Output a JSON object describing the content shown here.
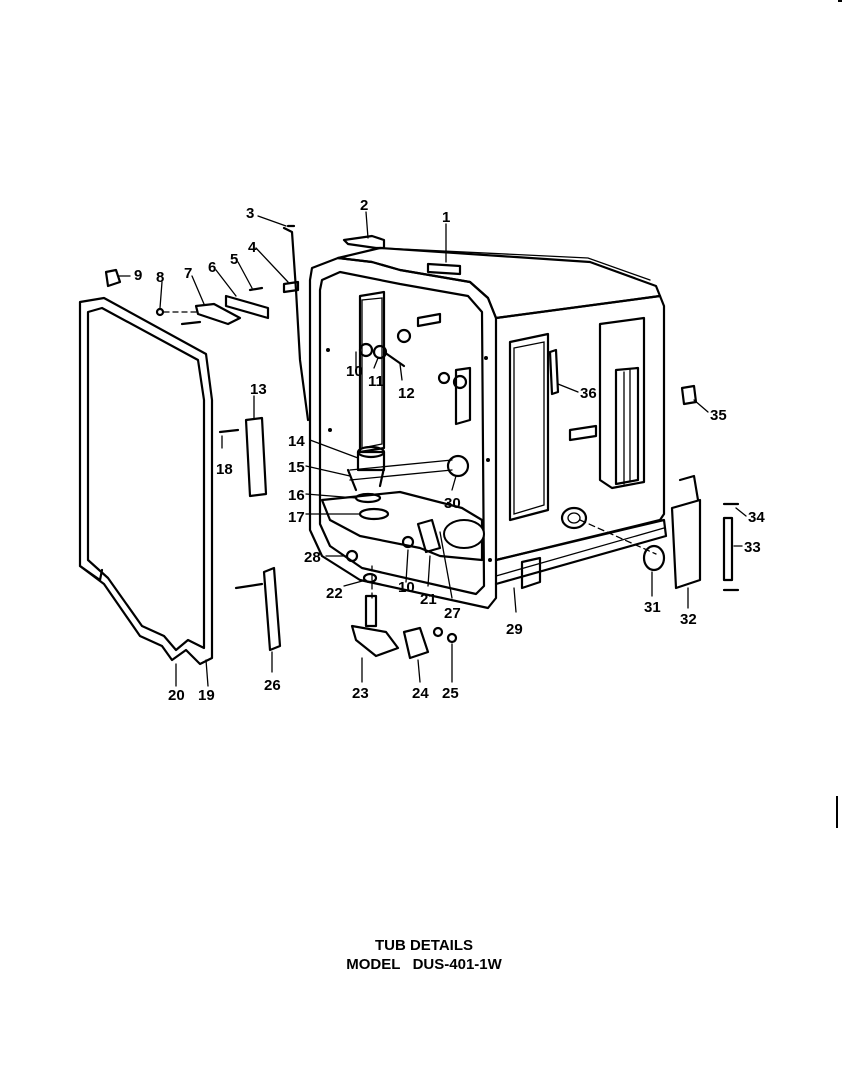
{
  "caption": {
    "title": "TUB DETAILS",
    "model": "MODEL   DUS-401-1W"
  },
  "part_labels": [
    "1",
    "2",
    "3",
    "4",
    "5",
    "6",
    "7",
    "8",
    "9",
    "10",
    "11",
    "12",
    "13",
    "14",
    "15",
    "16",
    "17",
    "18",
    "19",
    "20",
    "21",
    "22",
    "23",
    "24",
    "25",
    "26",
    "27",
    "28",
    "29",
    "30",
    "31",
    "32",
    "33",
    "34",
    "35",
    "36"
  ]
}
